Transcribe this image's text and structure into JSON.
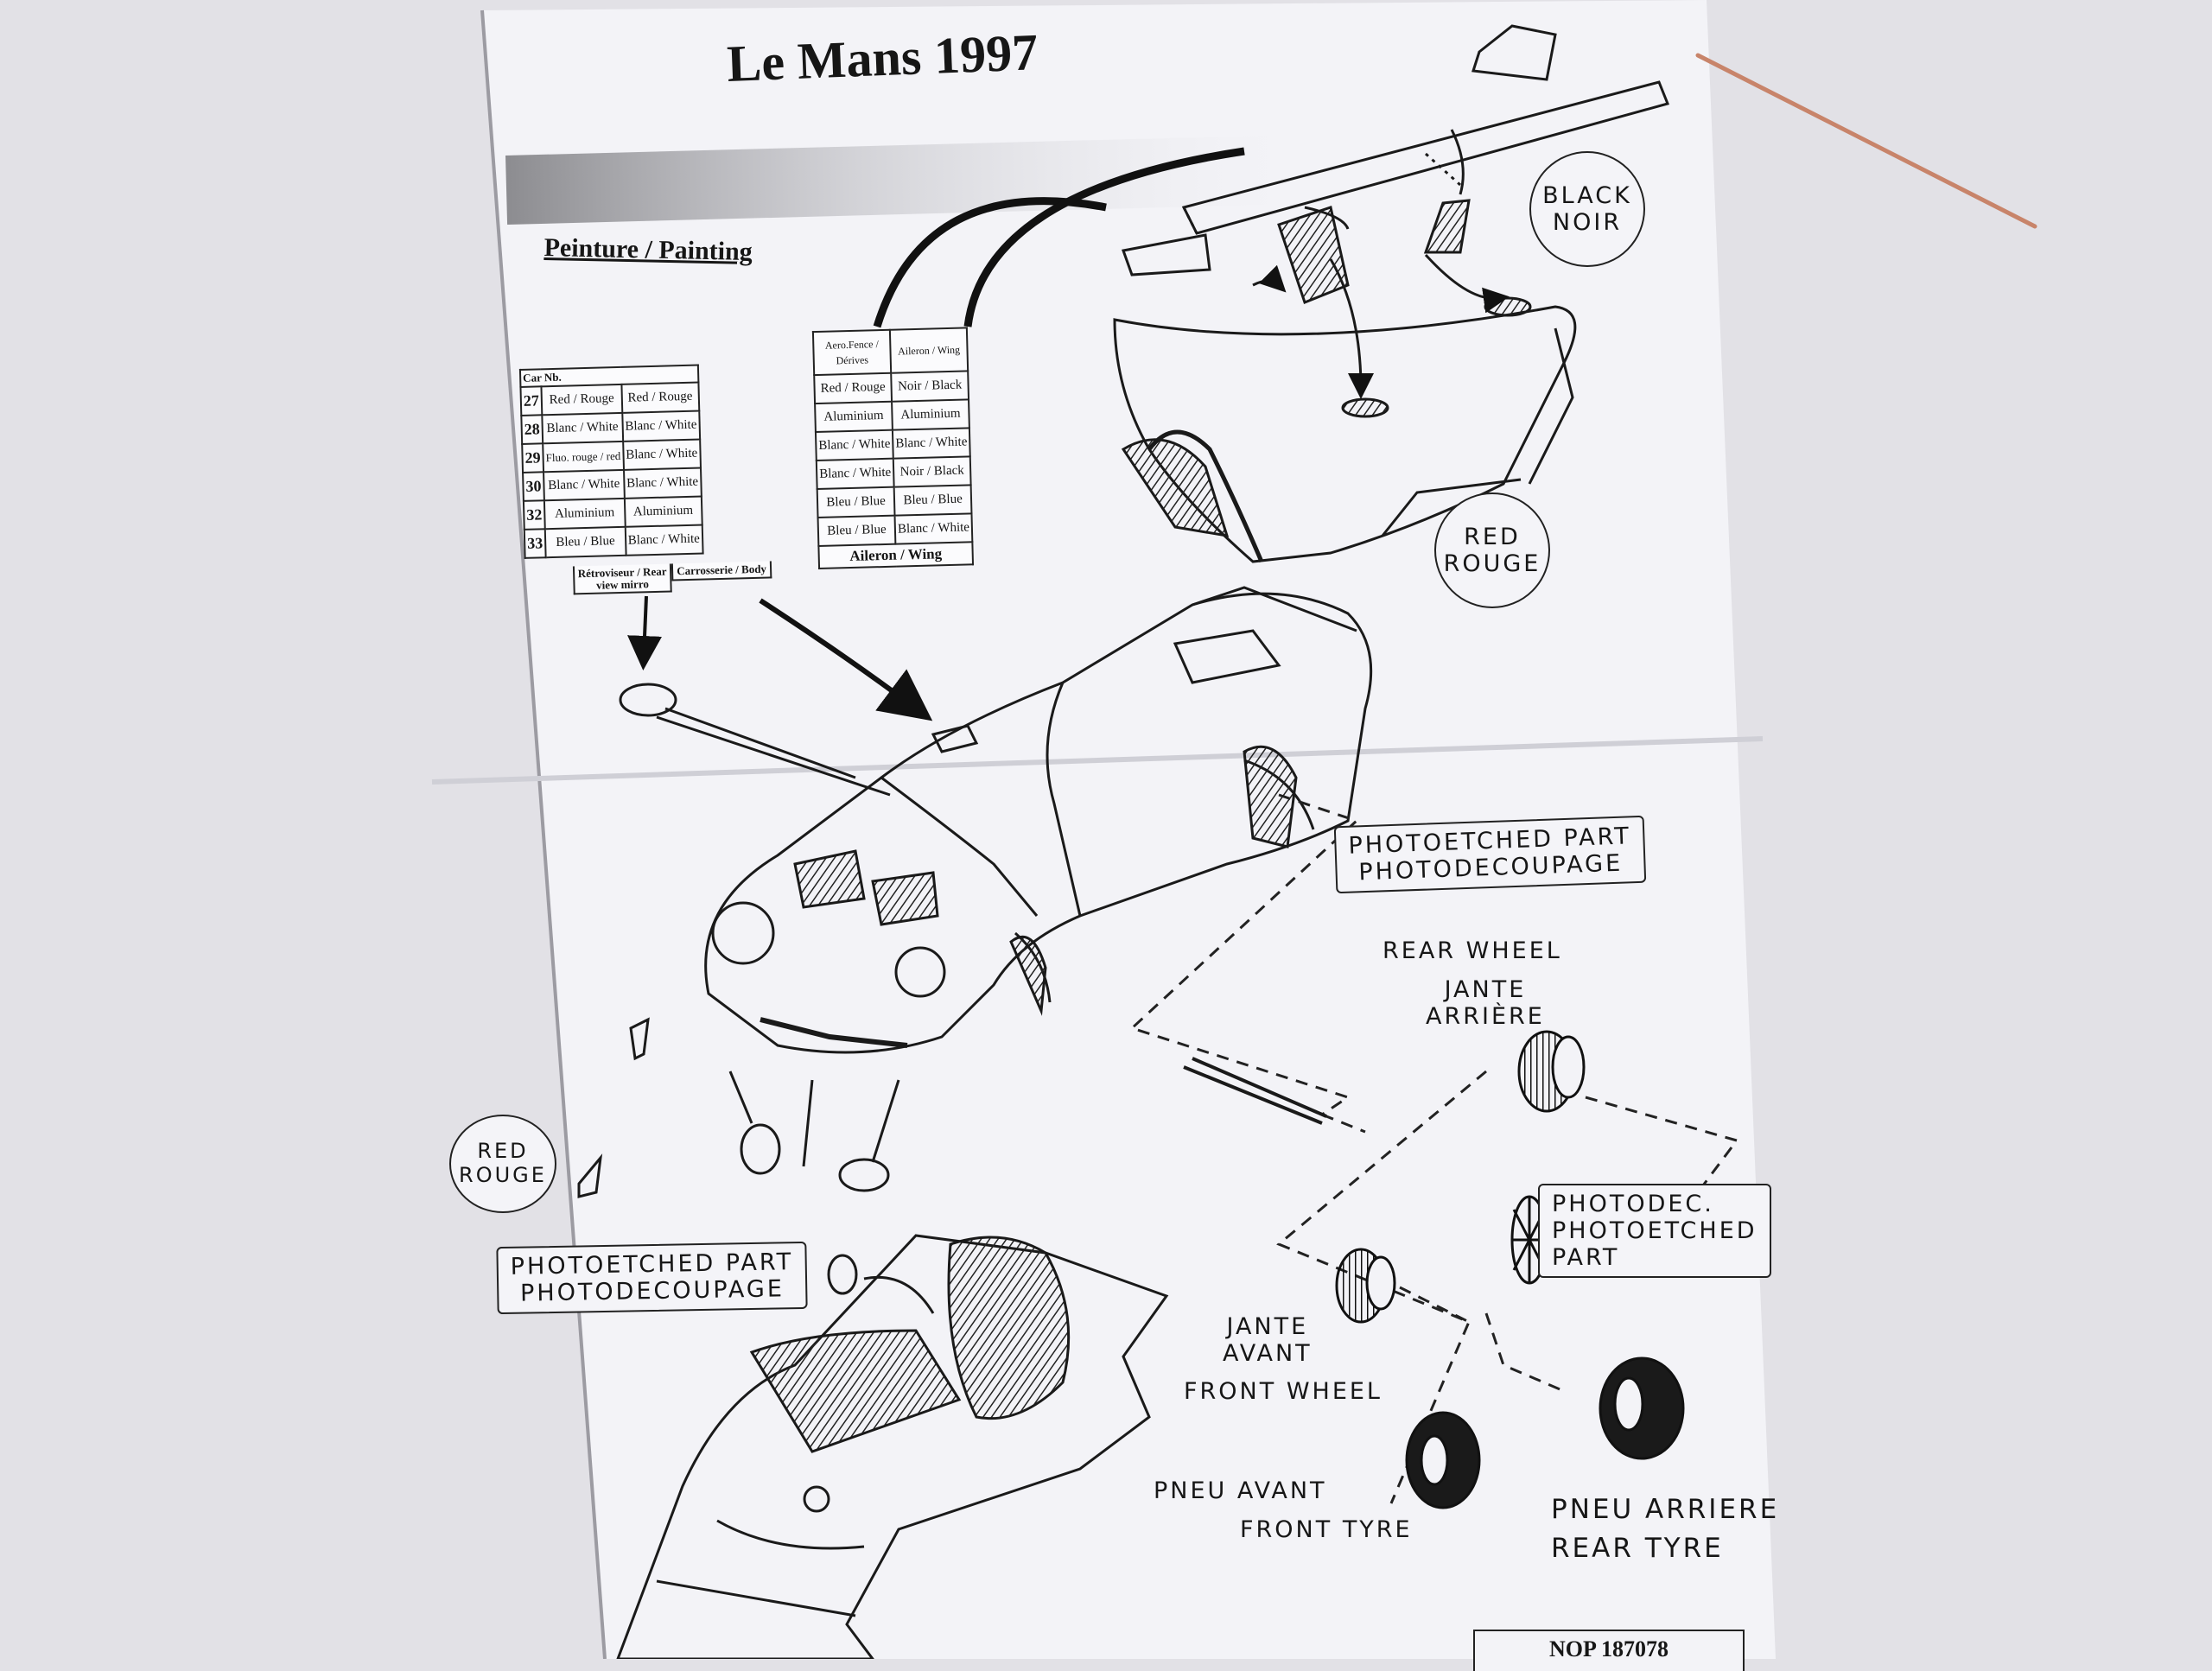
{
  "sheet": {
    "title": "Le Mans 1997",
    "section_heading": "Peinture / Painting",
    "reference_code": "NOP 187078",
    "colors": {
      "paper": "#f3f3f7",
      "background": "#e2e1e6",
      "ink": "#1a1a1a",
      "copper_rod": "#c8846a"
    }
  },
  "paint_table": {
    "header_car": "Car Nb.",
    "header_aero": "Aero.Fence / Dérives",
    "header_aileron": "Aileron / Wing",
    "rows": [
      {
        "car": "27",
        "mirror": "Red / Rouge",
        "body": "Red / Rouge",
        "aero": "Red / Rouge",
        "wing": "Noir / Black"
      },
      {
        "car": "28",
        "mirror": "Blanc / White",
        "body": "Blanc / White",
        "aero": "Aluminium",
        "wing": "Aluminium"
      },
      {
        "car": "29",
        "mirror": "Fluo. rouge / red",
        "body": "Blanc / White",
        "aero": "Blanc / White",
        "wing": "Blanc / White"
      },
      {
        "car": "30",
        "mirror": "Blanc / White",
        "body": "Blanc / White",
        "aero": "Blanc / White",
        "wing": "Noir / Black"
      },
      {
        "car": "32",
        "mirror": "Aluminium",
        "body": "Aluminium",
        "aero": "Bleu / Blue",
        "wing": "Bleu / Blue"
      },
      {
        "car": "33",
        "mirror": "Bleu / Blue",
        "body": "Blanc / White",
        "aero": "Bleu / Blue",
        "wing": "Blanc / White"
      }
    ],
    "caption_mirror": "Rétroviseur / Rear view mirro",
    "caption_body": "Carrosserie / Body",
    "caption_wing": "Aileron / Wing"
  },
  "callouts": {
    "black_noir": [
      "BLACK",
      "NOIR"
    ],
    "red_rouge_top": [
      "RED",
      "ROUGE"
    ],
    "red_rouge_left": [
      "RED",
      "ROUGE"
    ],
    "photoetched_top": [
      "PHOTOETCHED PART",
      "PHOTODECOUPAGE"
    ],
    "photoetched_left": [
      "PHOTOETCHED PART",
      "PHOTODECOUPAGE"
    ],
    "photodec_right": [
      "PHOTODEC.",
      "PHOTOETCHED",
      "PART"
    ],
    "rear_wheel": [
      "REAR WHEEL"
    ],
    "jante_arriere": [
      "JANTE",
      "ARRIÈRE"
    ],
    "jante_avant": [
      "JANTE",
      "AVANT"
    ],
    "front_wheel": [
      "FRONT WHEEL"
    ],
    "pneu_avant": [
      "PNEU AVANT"
    ],
    "front_tyre": [
      "FRONT TYRE"
    ],
    "pneu_arriere": [
      "PNEU ARRIERE"
    ],
    "rear_tyre": [
      "REAR TYRE"
    ]
  }
}
